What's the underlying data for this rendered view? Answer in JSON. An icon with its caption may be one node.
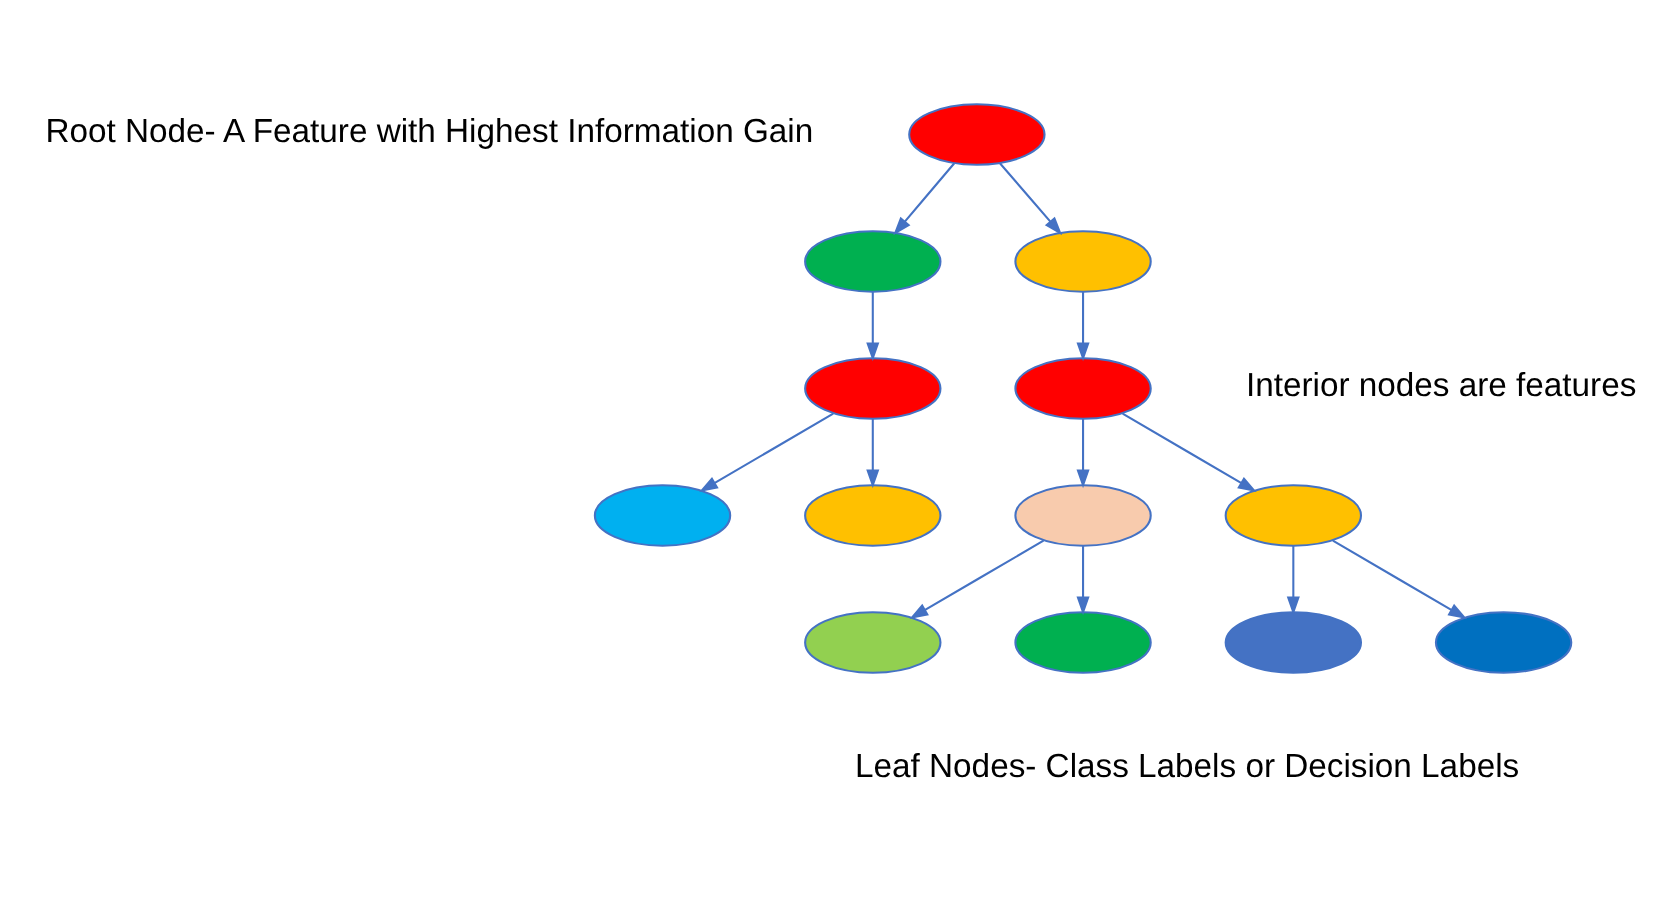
{
  "diagram": {
    "nodes": [
      {
        "text": [],
        "shape": "ellipse"
      },
      {
        "text": [],
        "shape": "ellipse"
      },
      {
        "text": [],
        "shape": "ellipse"
      },
      {
        "text": [],
        "shape": "ellipse"
      },
      {
        "text": [],
        "shape": "ellipse"
      },
      {
        "text": [],
        "shape": "ellipse"
      },
      {
        "text": [],
        "shape": "ellipse"
      },
      {
        "text": [],
        "shape": "ellipse"
      },
      {
        "text": [],
        "shape": "ellipse"
      },
      {
        "text": [],
        "shape": "ellipse"
      },
      {
        "text": [],
        "shape": "ellipse"
      },
      {
        "text": [],
        "shape": "ellipse"
      },
      {
        "text": [],
        "shape": "ellipse"
      }
    ],
    "edges": [
      {
        "from": 0,
        "to": 1,
        "arrow": "to"
      },
      {
        "from": 0,
        "to": 2,
        "arrow": "to"
      },
      {
        "from": 1,
        "to": 3,
        "arrow": "to"
      },
      {
        "from": 2,
        "to": 4,
        "arrow": "to"
      },
      {
        "from": 3,
        "to": 5,
        "arrow": "to"
      },
      {
        "from": 3,
        "to": 6,
        "arrow": "to"
      },
      {
        "from": 4,
        "to": 7,
        "arrow": "to"
      },
      {
        "from": 4,
        "to": 8,
        "arrow": "to"
      },
      {
        "from": 7,
        "to": 9,
        "arrow": "to"
      },
      {
        "from": 7,
        "to": 10,
        "arrow": "to"
      },
      {
        "from": 8,
        "to": 11,
        "arrow": "to"
      },
      {
        "from": 8,
        "to": 12,
        "arrow": "to"
      }
    ],
    "labels": [
      "Root Node- A Feature with Highest Information Gain",
      "Interior nodes are features",
      "Leaf Nodes- Class Labels or Decision Labels"
    ]
  }
}
